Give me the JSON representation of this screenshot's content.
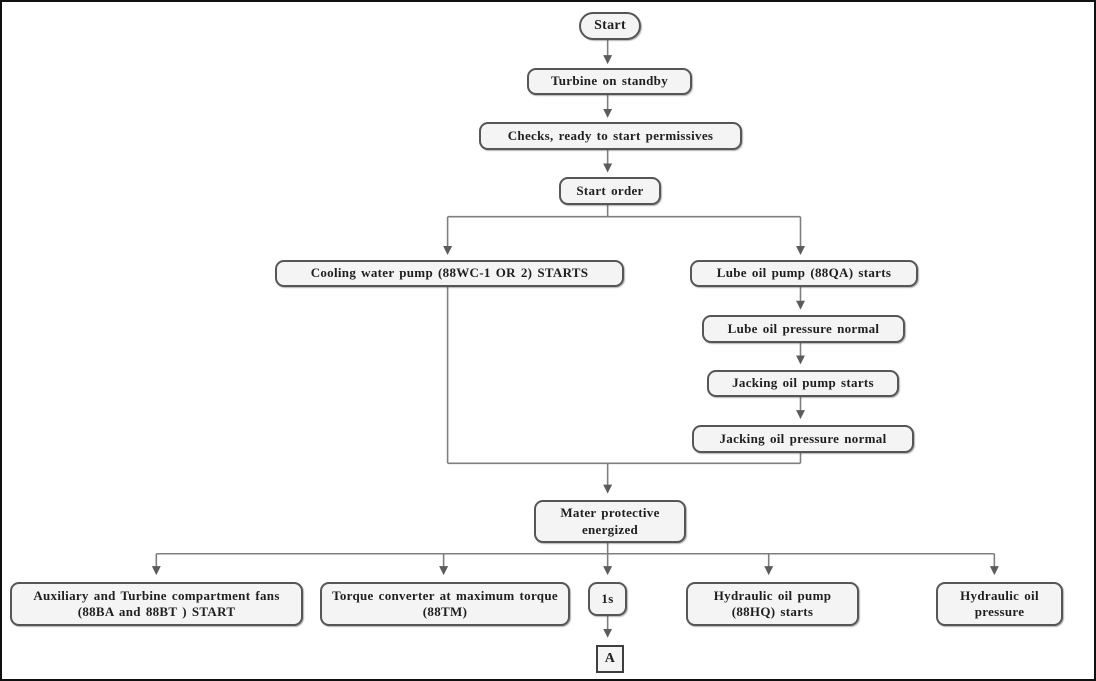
{
  "nodes": {
    "start": {
      "label": "Start",
      "shape": "terminator"
    },
    "standby": {
      "label": "Turbine on standby",
      "shape": "process"
    },
    "checks": {
      "label": "Checks, ready to start permissives",
      "shape": "process"
    },
    "order": {
      "label": "Start order",
      "shape": "process"
    },
    "cooling_pump": {
      "label": "Cooling water pump (88WC-1 OR 2) STARTS",
      "shape": "process"
    },
    "lube_pump": {
      "label": "Lube oil pump (88QA) starts",
      "shape": "process"
    },
    "lube_pressure": {
      "label": "Lube oil pressure normal",
      "shape": "process"
    },
    "jacking_pump": {
      "label": "Jacking oil pump starts",
      "shape": "process"
    },
    "jacking_pressure": {
      "label": "Jacking oil pressure normal",
      "shape": "process"
    },
    "master_protective": {
      "label": "Mater protective energized",
      "shape": "process"
    },
    "aux_fans": {
      "label": "Auxiliary and Turbine compartment fans (88BA and 88BT ) START",
      "shape": "process"
    },
    "torque_converter": {
      "label": "Torque converter at maximum torque (88TM)",
      "shape": "process"
    },
    "delay_1s": {
      "label": "1s",
      "shape": "process"
    },
    "hydraulic_pump": {
      "label": "Hydraulic oil pump (88HQ) starts",
      "shape": "process"
    },
    "hydraulic_pressure": {
      "label": "Hydraulic oil pressure",
      "shape": "process"
    },
    "connector_a": {
      "label": "A",
      "shape": "connector"
    }
  },
  "edges": [
    {
      "from": "start",
      "to": "standby"
    },
    {
      "from": "standby",
      "to": "checks"
    },
    {
      "from": "checks",
      "to": "order"
    },
    {
      "from": "order",
      "to": "cooling_pump"
    },
    {
      "from": "order",
      "to": "lube_pump"
    },
    {
      "from": "lube_pump",
      "to": "lube_pressure"
    },
    {
      "from": "lube_pressure",
      "to": "jacking_pump"
    },
    {
      "from": "jacking_pump",
      "to": "jacking_pressure"
    },
    {
      "from": "cooling_pump",
      "to": "master_protective"
    },
    {
      "from": "jacking_pressure",
      "to": "master_protective"
    },
    {
      "from": "master_protective",
      "to": "aux_fans"
    },
    {
      "from": "master_protective",
      "to": "torque_converter"
    },
    {
      "from": "master_protective",
      "to": "delay_1s"
    },
    {
      "from": "master_protective",
      "to": "hydraulic_pump"
    },
    {
      "from": "master_protective",
      "to": "hydraulic_pressure"
    },
    {
      "from": "delay_1s",
      "to": "connector_a"
    }
  ],
  "colors": {
    "line": "#7f7f7f",
    "arrowhead": "#5c5c5c",
    "node_fill": "#f4f4f4",
    "node_border": "#565656",
    "frame_border": "#111111",
    "text": "#1f1f1f"
  }
}
